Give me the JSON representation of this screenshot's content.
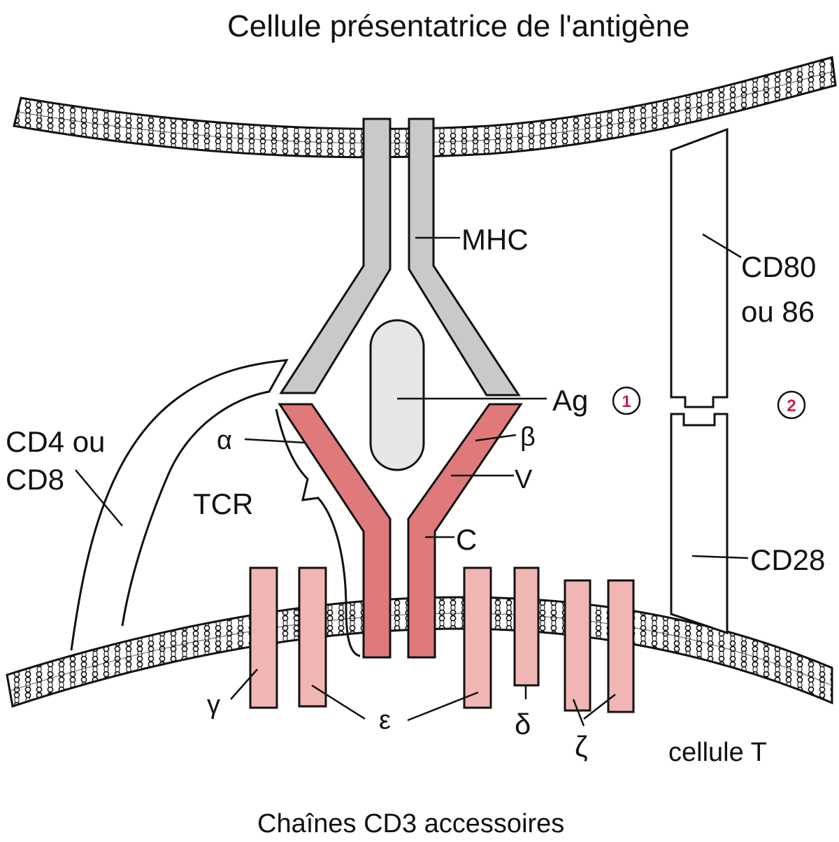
{
  "title_top": "Cellule présentatrice  de l'antigène",
  "title_bottom": "Chaînes CD3 accessoires",
  "labels": {
    "mhc": "MHC",
    "cd80_line1": "CD80",
    "cd80_line2": "ou 86",
    "ag": "Ag",
    "marker1": "1",
    "marker2": "2",
    "cd4_line1": "CD4 ou",
    "cd4_line2": "CD8",
    "alpha": "α",
    "beta": "β",
    "v": "V",
    "c": "C",
    "tcr": "TCR",
    "cd28": "CD28",
    "gamma": "γ",
    "epsilon": "ε",
    "delta": "δ",
    "zeta": "ζ",
    "cellule_t": "cellule T"
  },
  "colors": {
    "mhc_fill": "#c9c9c9",
    "antigen_fill": "#e6e6e6",
    "tcr_fill": "#e07a7a",
    "cd3_fill": "#f0b6b3",
    "marker_red": "#cc1f4a",
    "outline": "#111111"
  }
}
